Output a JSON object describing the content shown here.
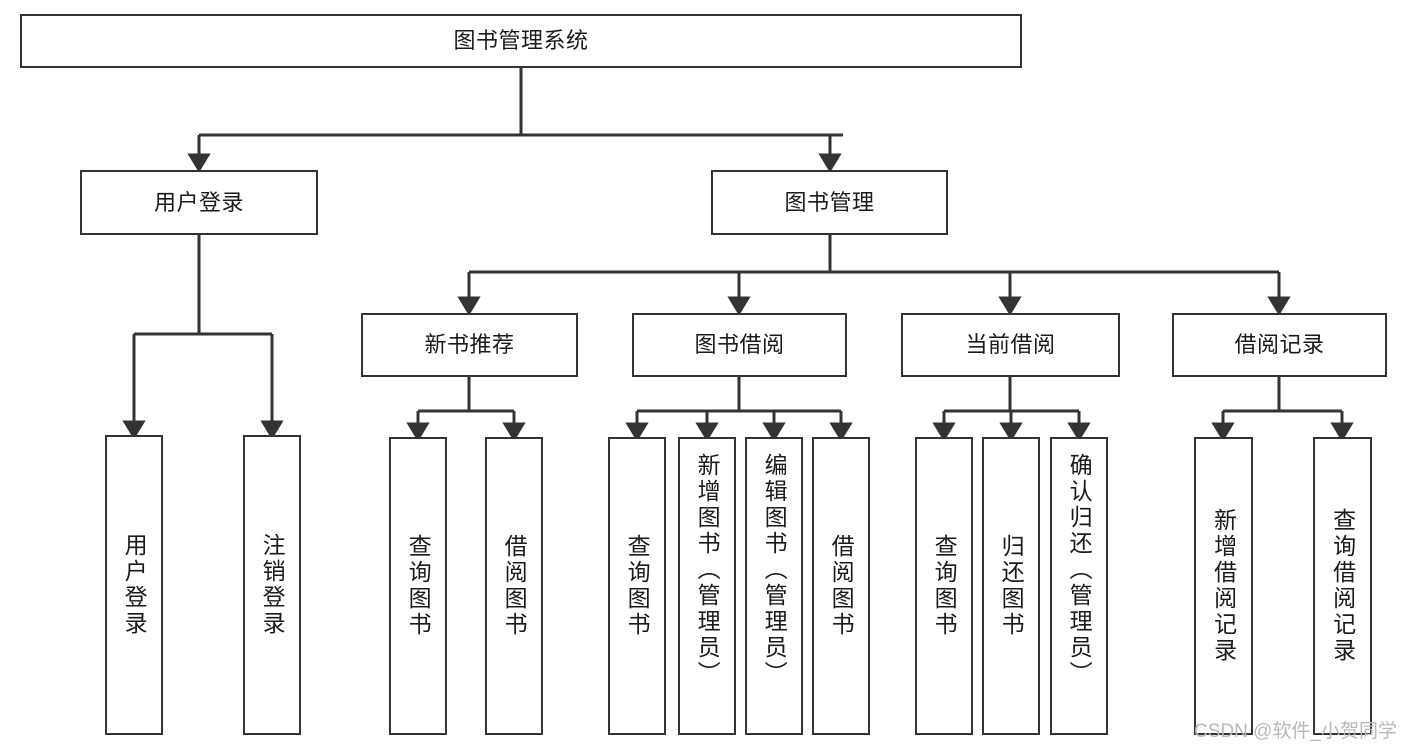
{
  "diagram": {
    "type": "tree-hierarchy",
    "title": "图书管理系统",
    "watermark": "CSDN @软件_小贺同学",
    "colors": {
      "stroke": "#333333",
      "fill": "#ffffff",
      "text": "#1b1b1b",
      "watermark": "#b9b9b9"
    },
    "levels": {
      "root": {
        "label": "图书管理系统"
      },
      "level1": [
        {
          "id": "user-login",
          "label": "用户登录"
        },
        {
          "id": "book-manage",
          "label": "图书管理"
        }
      ],
      "level2": [
        {
          "id": "new-book-recommend",
          "label": "新书推荐"
        },
        {
          "id": "book-borrow",
          "label": "图书借阅"
        },
        {
          "id": "current-borrow",
          "label": "当前借阅"
        },
        {
          "id": "borrow-record",
          "label": "借阅记录"
        }
      ],
      "leaves": {
        "user_login": [
          {
            "id": "leaf-user-login",
            "label": "用户登录"
          },
          {
            "id": "leaf-logout-login",
            "label": "注销登录"
          }
        ],
        "new_book_recommend": [
          {
            "id": "leaf-query-book-1",
            "label": "查询图书"
          },
          {
            "id": "leaf-borrow-book-1",
            "label": "借阅图书"
          }
        ],
        "book_borrow": [
          {
            "id": "leaf-query-book-2",
            "label": "查询图书"
          },
          {
            "id": "leaf-add-book",
            "label": "新增图书（管理员）"
          },
          {
            "id": "leaf-edit-book",
            "label": "编辑图书（管理员）"
          },
          {
            "id": "leaf-borrow-book-2",
            "label": "借阅图书"
          }
        ],
        "current_borrow": [
          {
            "id": "leaf-query-book-3",
            "label": "查询图书"
          },
          {
            "id": "leaf-return-book",
            "label": "归还图书"
          },
          {
            "id": "leaf-confirm-return",
            "label": "确认归还（管理员）"
          }
        ],
        "borrow_record": [
          {
            "id": "leaf-add-record",
            "label": "新增借阅记录"
          },
          {
            "id": "leaf-query-record",
            "label": "查询借阅记录"
          }
        ]
      }
    }
  }
}
